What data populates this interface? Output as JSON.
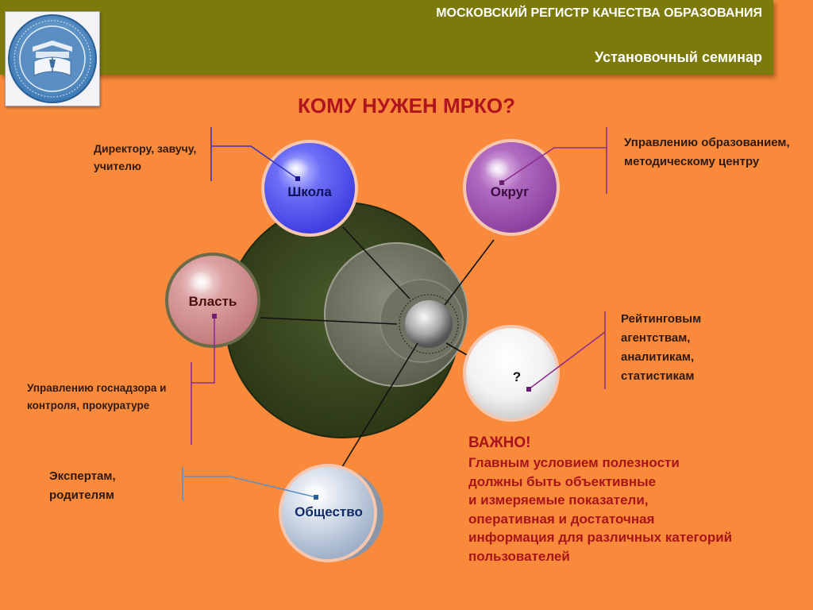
{
  "header": {
    "title": "МОСКОВСКИЙ РЕГИСТР КАЧЕСТВА ОБРАЗОВАНИЯ",
    "subtitle": "Установочный семинар"
  },
  "page": {
    "title": "КОМУ НУЖЕН МРКО?"
  },
  "colors": {
    "background": "#f98a3c",
    "header": "#7c7a0a",
    "title": "#b0141e",
    "school": "#5b5cf0",
    "district": "#a35ab0",
    "power": "#d9999a",
    "society": "#c7d2e2",
    "unknown": "#f4f4f4"
  },
  "bubbles": {
    "school": {
      "label": "Школа",
      "note": "Директору, завучу, учителю"
    },
    "district": {
      "label": "Округ",
      "note": "Управлению образованием, методическому центру"
    },
    "power": {
      "label": "Власть",
      "note": "Управлению госнадзора и контроля, прокуратуре"
    },
    "unknown": {
      "label": "?",
      "note": "Рейтинговым агентствам, аналитикам, статистикам"
    },
    "society": {
      "label": "Общество",
      "note": "Экспертам, родителям"
    }
  },
  "important": {
    "title": "ВАЖНО!",
    "body": "Главным условием полезности\nдолжны быть объективные\nи измеряемые показатели,\nоперативная и достаточная\nинформация для различных категорий\nпользователей"
  }
}
